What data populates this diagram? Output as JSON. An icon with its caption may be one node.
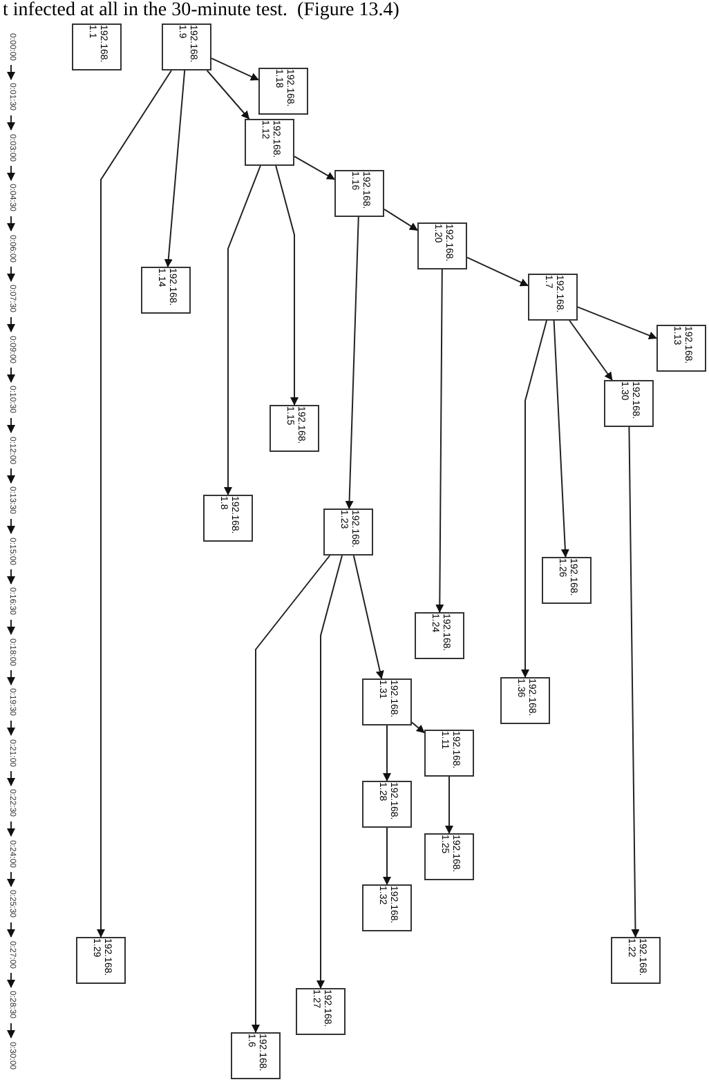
{
  "diagram": {
    "nodes": [
      {
        "text": [
          "0:00:00"
        ]
      },
      {
        "text": [
          "0:01:30"
        ]
      },
      {
        "text": [
          "0:03:00"
        ]
      },
      {
        "text": [
          "0:04:30"
        ]
      },
      {
        "text": [
          "0:06:00"
        ]
      },
      {
        "text": [
          "0:07:30"
        ]
      },
      {
        "text": [
          "0:09:00"
        ]
      },
      {
        "text": [
          "0:10:30"
        ]
      },
      {
        "text": [
          "0:12:00"
        ]
      },
      {
        "text": [
          "0:13:30"
        ]
      },
      {
        "text": [
          "0:15:00"
        ]
      },
      {
        "text": [
          "0:16:30"
        ]
      },
      {
        "text": [
          "0:18:00"
        ]
      },
      {
        "text": [
          "0:19:30"
        ]
      },
      {
        "text": [
          "0:21:00"
        ]
      },
      {
        "text": [
          "0:22:30"
        ]
      },
      {
        "text": [
          "0:24:00"
        ]
      },
      {
        "text": [
          "0:25:30"
        ]
      },
      {
        "text": [
          "0:27:00"
        ]
      },
      {
        "text": [
          "0:28:30"
        ]
      },
      {
        "text": [
          "0:30:00"
        ]
      },
      {
        "text": [
          "192.168.1.1"
        ]
      },
      {
        "text": [
          "192.168.1.9"
        ]
      },
      {
        "text": [
          "192.168.1.18"
        ]
      },
      {
        "text": [
          "192.168.1.12"
        ]
      },
      {
        "text": [
          "192.168.1.14"
        ]
      },
      {
        "text": [
          "192.168.1.16"
        ]
      },
      {
        "text": [
          "192.168.1.20"
        ]
      },
      {
        "text": [
          "192.168.1.7"
        ]
      },
      {
        "text": [
          "192.168.1.13"
        ]
      },
      {
        "text": [
          "192.168.1.15"
        ]
      },
      {
        "text": [
          "192.168.1.8"
        ]
      },
      {
        "text": [
          "192.168.1.30"
        ]
      },
      {
        "text": [
          "192.168.1.23"
        ]
      },
      {
        "text": [
          "192.168.1.26"
        ]
      },
      {
        "text": [
          "192.168.1.24"
        ]
      },
      {
        "text": [
          "192.168.1.36"
        ]
      },
      {
        "text": [
          "192.168.1.31"
        ]
      },
      {
        "text": [
          "192.168.1.11"
        ]
      },
      {
        "text": [
          "192.168.1.28"
        ]
      },
      {
        "text": [
          "192.168.1.25"
        ]
      },
      {
        "text": [
          "192.168.1.32"
        ]
      },
      {
        "text": [
          "192.168.1.29"
        ]
      },
      {
        "text": [
          "192.168.1.22"
        ]
      },
      {
        "text": [
          "192.168.1.27"
        ]
      },
      {
        "text": [
          "192.168.1.6"
        ]
      }
    ],
    "edges": [
      {
        "from": 0,
        "to": 1,
        "arrow": "to"
      },
      {
        "from": 1,
        "to": 2,
        "arrow": "to"
      },
      {
        "from": 2,
        "to": 3,
        "arrow": "to"
      },
      {
        "from": 3,
        "to": 4,
        "arrow": "to"
      },
      {
        "from": 4,
        "to": 5,
        "arrow": "to"
      },
      {
        "from": 5,
        "to": 6,
        "arrow": "to"
      },
      {
        "from": 6,
        "to": 7,
        "arrow": "to"
      },
      {
        "from": 7,
        "to": 8,
        "arrow": "to"
      },
      {
        "from": 8,
        "to": 9,
        "arrow": "to"
      },
      {
        "from": 9,
        "to": 10,
        "arrow": "to"
      },
      {
        "from": 10,
        "to": 11,
        "arrow": "to"
      },
      {
        "from": 11,
        "to": 12,
        "arrow": "to"
      },
      {
        "from": 12,
        "to": 13,
        "arrow": "to"
      },
      {
        "from": 13,
        "to": 14,
        "arrow": "to"
      },
      {
        "from": 14,
        "to": 15,
        "arrow": "to"
      },
      {
        "from": 15,
        "to": 16,
        "arrow": "to"
      },
      {
        "from": 16,
        "to": 17,
        "arrow": "to"
      },
      {
        "from": 17,
        "to": 18,
        "arrow": "to"
      },
      {
        "from": 18,
        "to": 19,
        "arrow": "to"
      },
      {
        "from": 19,
        "to": 20,
        "arrow": "to"
      },
      {
        "from": 22,
        "to": 42,
        "arrow": "to"
      },
      {
        "from": 22,
        "to": 25,
        "arrow": "to"
      },
      {
        "from": 22,
        "to": 24,
        "arrow": "to"
      },
      {
        "from": 22,
        "to": 23,
        "arrow": "to"
      },
      {
        "from": 24,
        "to": 31,
        "arrow": "to"
      },
      {
        "from": 24,
        "to": 30,
        "arrow": "to"
      },
      {
        "from": 24,
        "to": 26,
        "arrow": "to"
      },
      {
        "from": 26,
        "to": 33,
        "arrow": "to"
      },
      {
        "from": 26,
        "to": 27,
        "arrow": "to"
      },
      {
        "from": 27,
        "to": 35,
        "arrow": "to"
      },
      {
        "from": 27,
        "to": 28,
        "arrow": "to"
      },
      {
        "from": 28,
        "to": 36,
        "arrow": "to"
      },
      {
        "from": 28,
        "to": 34,
        "arrow": "to"
      },
      {
        "from": 28,
        "to": 32,
        "arrow": "to"
      },
      {
        "from": 28,
        "to": 29,
        "arrow": "to"
      },
      {
        "from": 32,
        "to": 43,
        "arrow": "to"
      },
      {
        "from": 33,
        "to": 45,
        "arrow": "to"
      },
      {
        "from": 33,
        "to": 44,
        "arrow": "to"
      },
      {
        "from": 33,
        "to": 37,
        "arrow": "to"
      },
      {
        "from": 37,
        "to": 39,
        "arrow": "to"
      },
      {
        "from": 37,
        "to": 38,
        "arrow": "to"
      },
      {
        "from": 39,
        "to": 41,
        "arrow": "to"
      },
      {
        "from": 38,
        "to": 40,
        "arrow": "to"
      }
    ],
    "labels": [
      "t infected at all in the 30-minute test.  (Figure 13.4)"
    ]
  }
}
